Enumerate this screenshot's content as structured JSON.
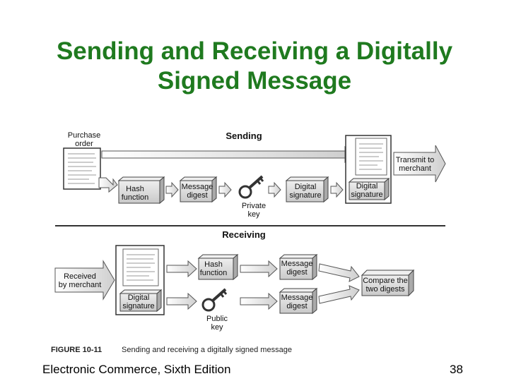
{
  "title": {
    "line1": "Sending and Receiving a Digitally",
    "line2": "Signed Message"
  },
  "diagram": {
    "sending_header": "Sending",
    "receiving_header": "Receiving",
    "purchase_order": [
      "Purchase",
      "order"
    ],
    "hash_function": [
      "Hash",
      "function"
    ],
    "message_digest": [
      "Message",
      "digest"
    ],
    "private_key": [
      "Private",
      "key"
    ],
    "public_key": [
      "Public",
      "key"
    ],
    "digital_signature": [
      "Digital",
      "signature"
    ],
    "transmit": [
      "Transmit to",
      "merchant"
    ],
    "received": [
      "Received",
      "by merchant"
    ],
    "compare": [
      "Compare the",
      "two digests"
    ],
    "figure_label": "FIGURE 10-11",
    "figure_caption": "Sending and receiving a digitally signed message"
  },
  "colors": {
    "title": "#1f7a1f",
    "box_fill": "#d9d9d9",
    "arrow_fill": "#e6e6e6",
    "rule": "#333333"
  },
  "footer": {
    "left": "Electronic Commerce, Sixth Edition",
    "right": "38"
  }
}
